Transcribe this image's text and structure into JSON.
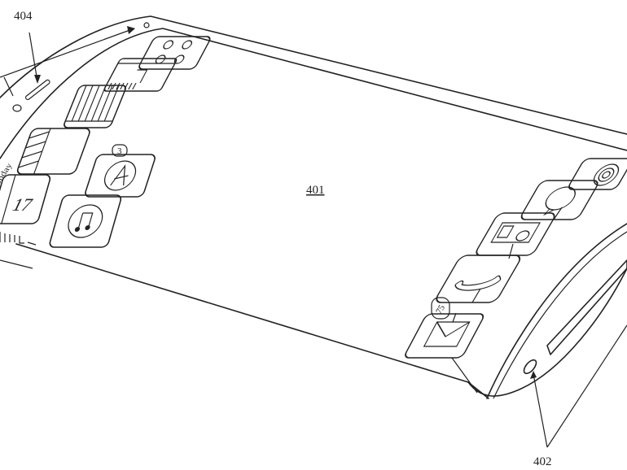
{
  "figure": {
    "reference_numerals": {
      "device_top_button": "404",
      "display": "401",
      "device_side": "402"
    },
    "icons_left": [
      {
        "name": "calculator-icon"
      },
      {
        "name": "map-icon"
      },
      {
        "name": "notes-icon"
      },
      {
        "name": "folder-icon"
      },
      {
        "name": "app-store-icon",
        "badge": "3"
      },
      {
        "name": "calendar-icon",
        "day": "Monday",
        "date": "17"
      },
      {
        "name": "music-icon"
      }
    ],
    "icons_right": [
      {
        "name": "settings-icon"
      },
      {
        "name": "messages-icon"
      },
      {
        "name": "camera-icon"
      },
      {
        "name": "phone-icon"
      },
      {
        "name": "mail-icon",
        "badge": "75"
      }
    ]
  }
}
